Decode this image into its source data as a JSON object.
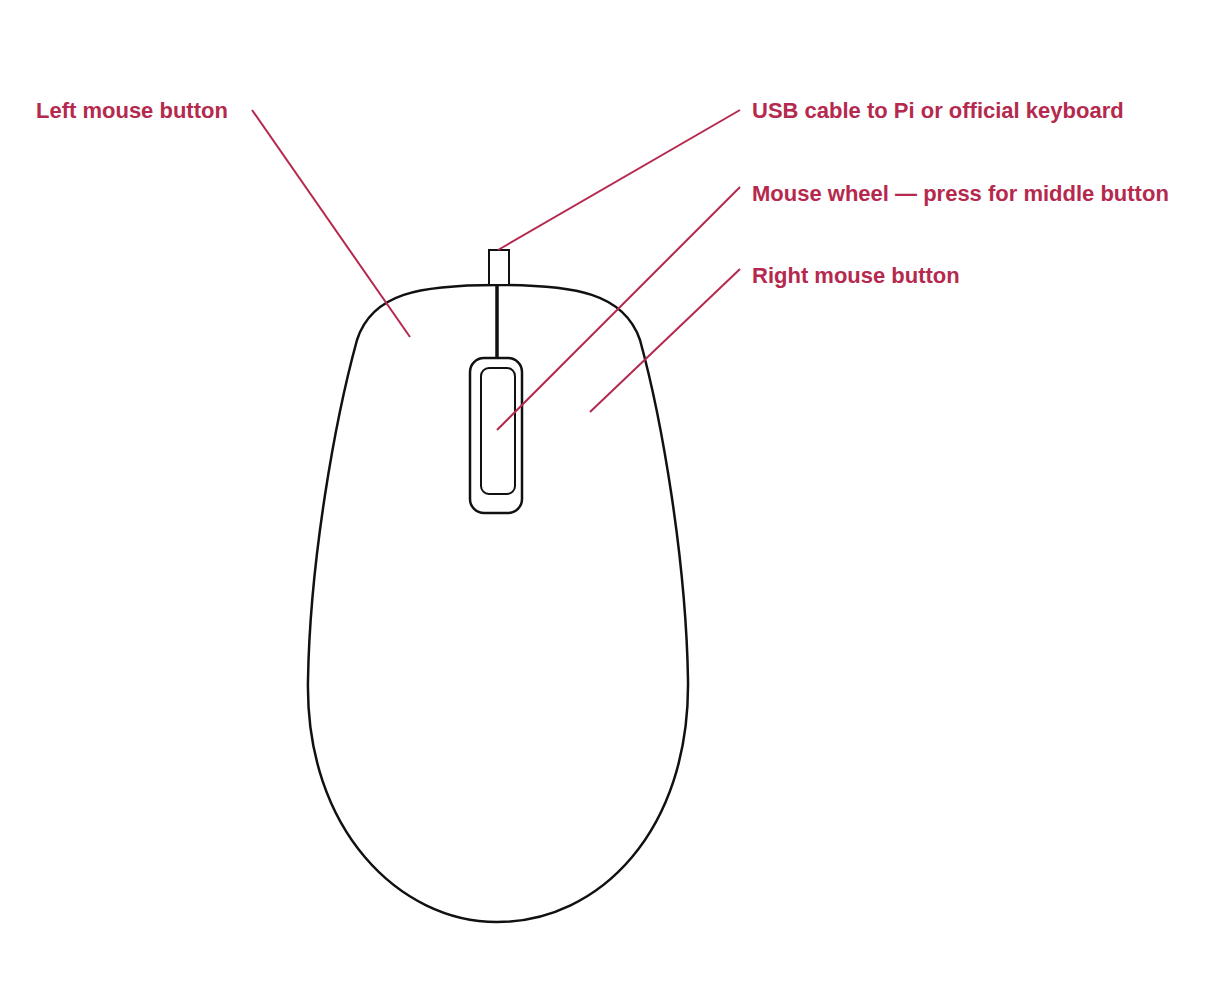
{
  "diagram": {
    "labels": [
      "Left mouse button",
      "USB cable to Pi or official keyboard",
      "Mouse wheel — press for middle button",
      "Right mouse button"
    ]
  }
}
